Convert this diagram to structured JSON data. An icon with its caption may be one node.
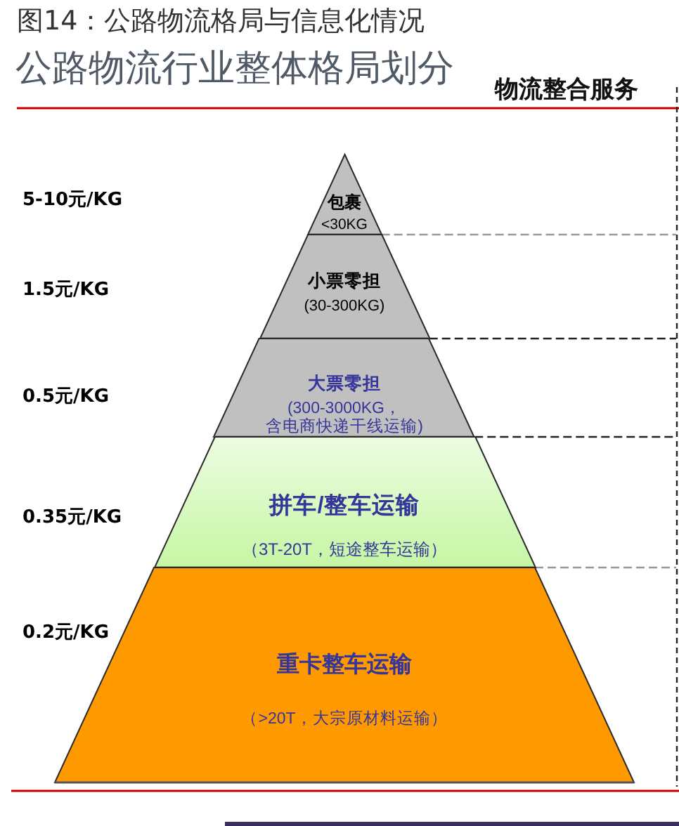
{
  "diagram": {
    "title": "公路物流行业整体格局划分",
    "caption": "图14：公路物流格局与信息化情况",
    "nodes": [
      {
        "text": [
          "包裹",
          "<30KG"
        ]
      },
      {
        "text": [
          "小票零担",
          "(30-300KG)"
        ]
      },
      {
        "text": [
          "大票零担",
          "(300-3000KG，含电商快递干线运输)"
        ]
      },
      {
        "text": [
          "拼车/整车运输",
          "（3T-20T，短途整车运输）"
        ]
      },
      {
        "text": [
          "重卡整车运输",
          "（>20T，大宗原材料运输）"
        ]
      }
    ],
    "labels": [
      "物流整合服务",
      "5-10元/KG",
      "1.5元/KG",
      "0.5元/KG",
      "0.35元/KG",
      "0.2元/KG"
    ]
  }
}
